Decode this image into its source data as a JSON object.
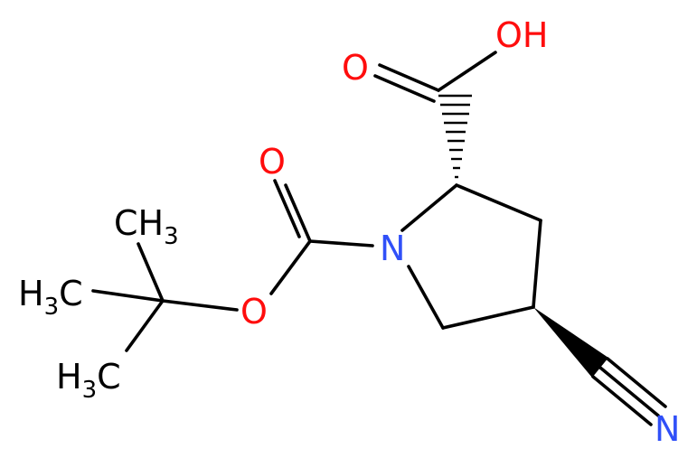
{
  "atoms": {
    "hydroxyl": "OH",
    "acid_carbonyl_o": "O",
    "boc_carbonyl_o": "O",
    "ring_n": "N",
    "ester_o": "O",
    "nitrile_n": "N",
    "methyl_top": {
      "main": "CH",
      "sub": "3"
    },
    "methyl_left_upper": {
      "pre": "H",
      "sub": "3",
      "post": "C"
    },
    "methyl_left_lower": {
      "pre": "H",
      "sub": "3",
      "post": "C"
    }
  },
  "colors": {
    "carbon_bond": "#000000",
    "oxygen": "#ff0d0d",
    "nitrogen": "#3050f8"
  }
}
